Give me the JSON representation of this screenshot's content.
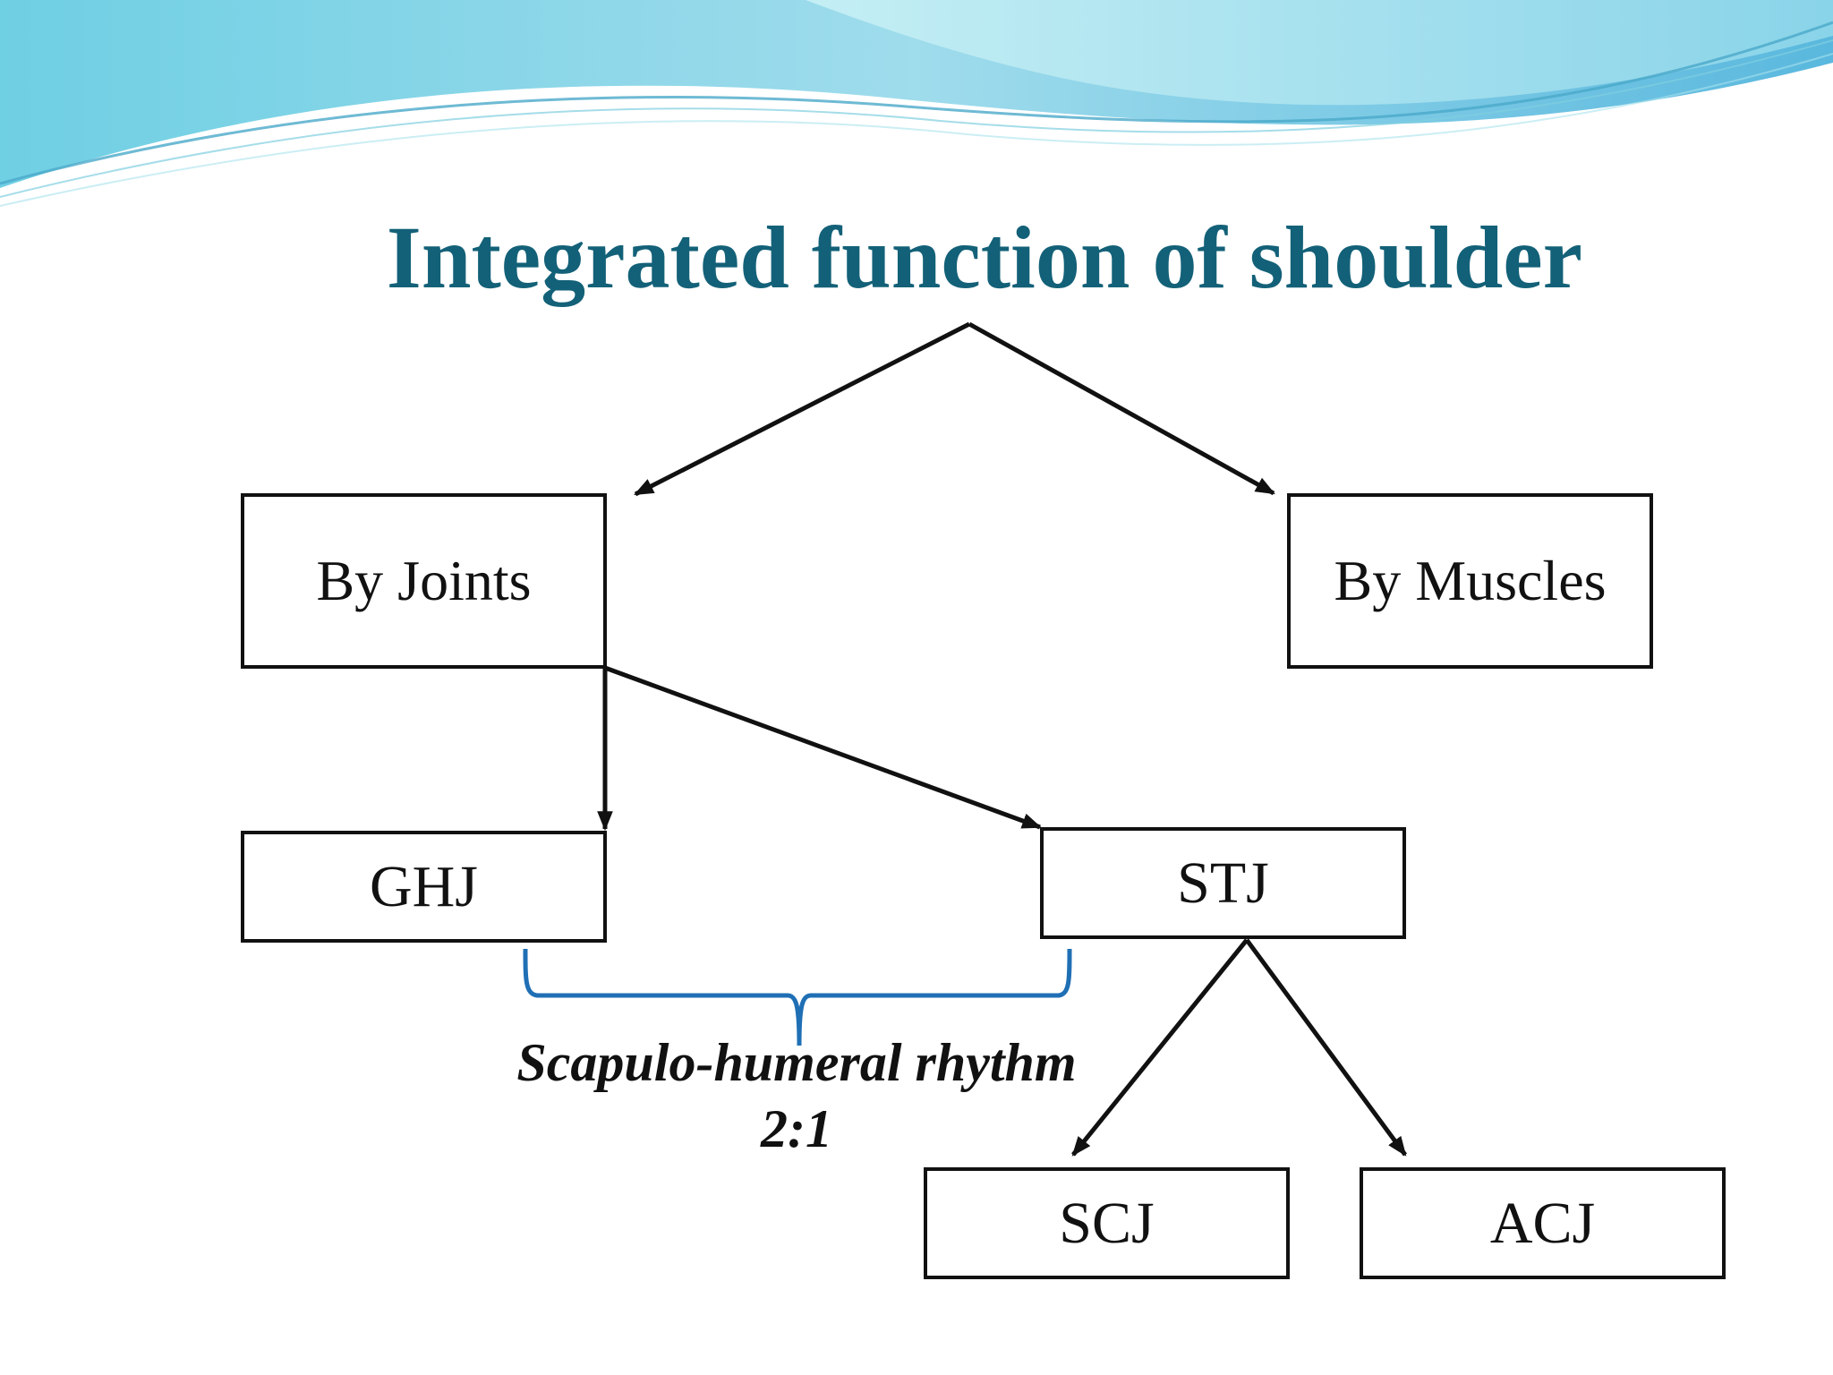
{
  "title": "Integrated function of shoulder",
  "colors": {
    "title": "#136178",
    "brace": "#1f6fb5",
    "lines": "#111111",
    "wave_light": "#b5ecf2",
    "wave_mid": "#79d3e6",
    "wave_dark": "#4fb0d4"
  },
  "nodes": {
    "by_joints": "By Joints",
    "by_muscles": "By Muscles",
    "ghj": "GHJ",
    "stj": "STJ",
    "scj": "SCJ",
    "acj": "ACJ"
  },
  "rhythm": {
    "label": "Scapulo-humeral rhythm",
    "ratio": "2:1"
  }
}
